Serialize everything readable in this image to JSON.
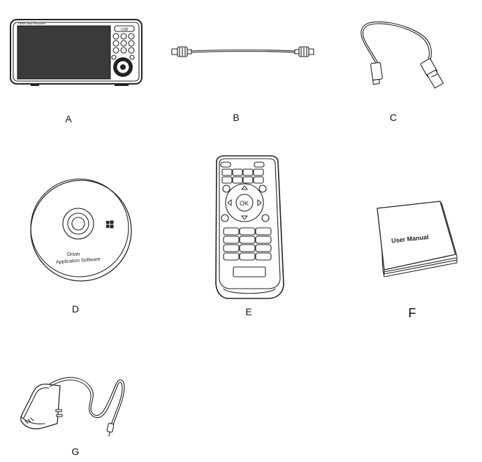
{
  "items": [
    {
      "label": "A",
      "screen_title": "HDMI Video Recorder",
      "screen_button": "USB"
    },
    {
      "label": "B"
    },
    {
      "label": "C"
    },
    {
      "label": "D",
      "disc_text_1": "Driver",
      "disc_text_2": "Application Software"
    },
    {
      "label": "E",
      "ok_label": "OK"
    },
    {
      "label": "F",
      "cover_title": "User Manual"
    },
    {
      "label": "G"
    }
  ]
}
